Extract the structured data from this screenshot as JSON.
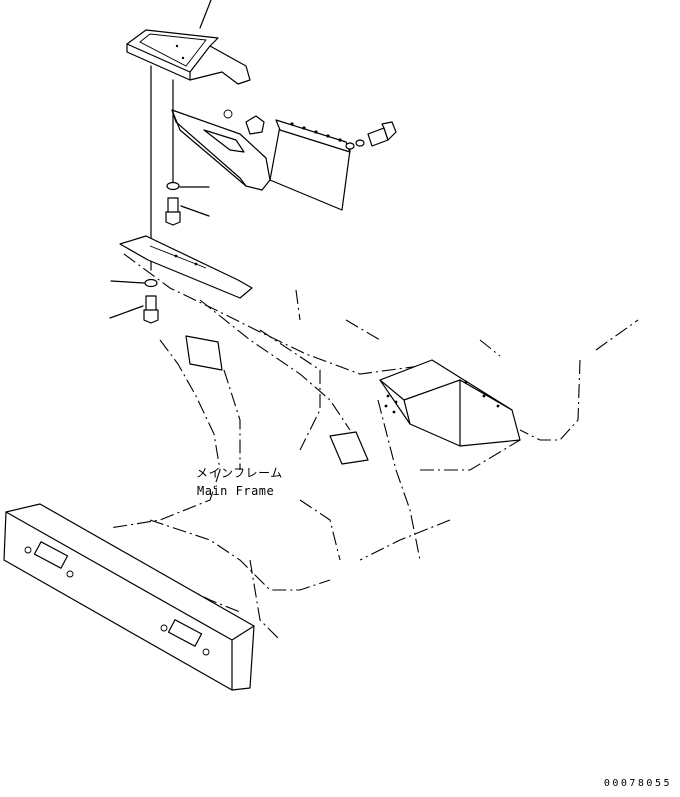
{
  "diagram": {
    "labels": {
      "main_frame_jp": "メインフレーム",
      "main_frame_en": "Main Frame"
    },
    "drawing_number": "00078055"
  },
  "colors": {
    "line": "#000000",
    "background": "#ffffff"
  }
}
